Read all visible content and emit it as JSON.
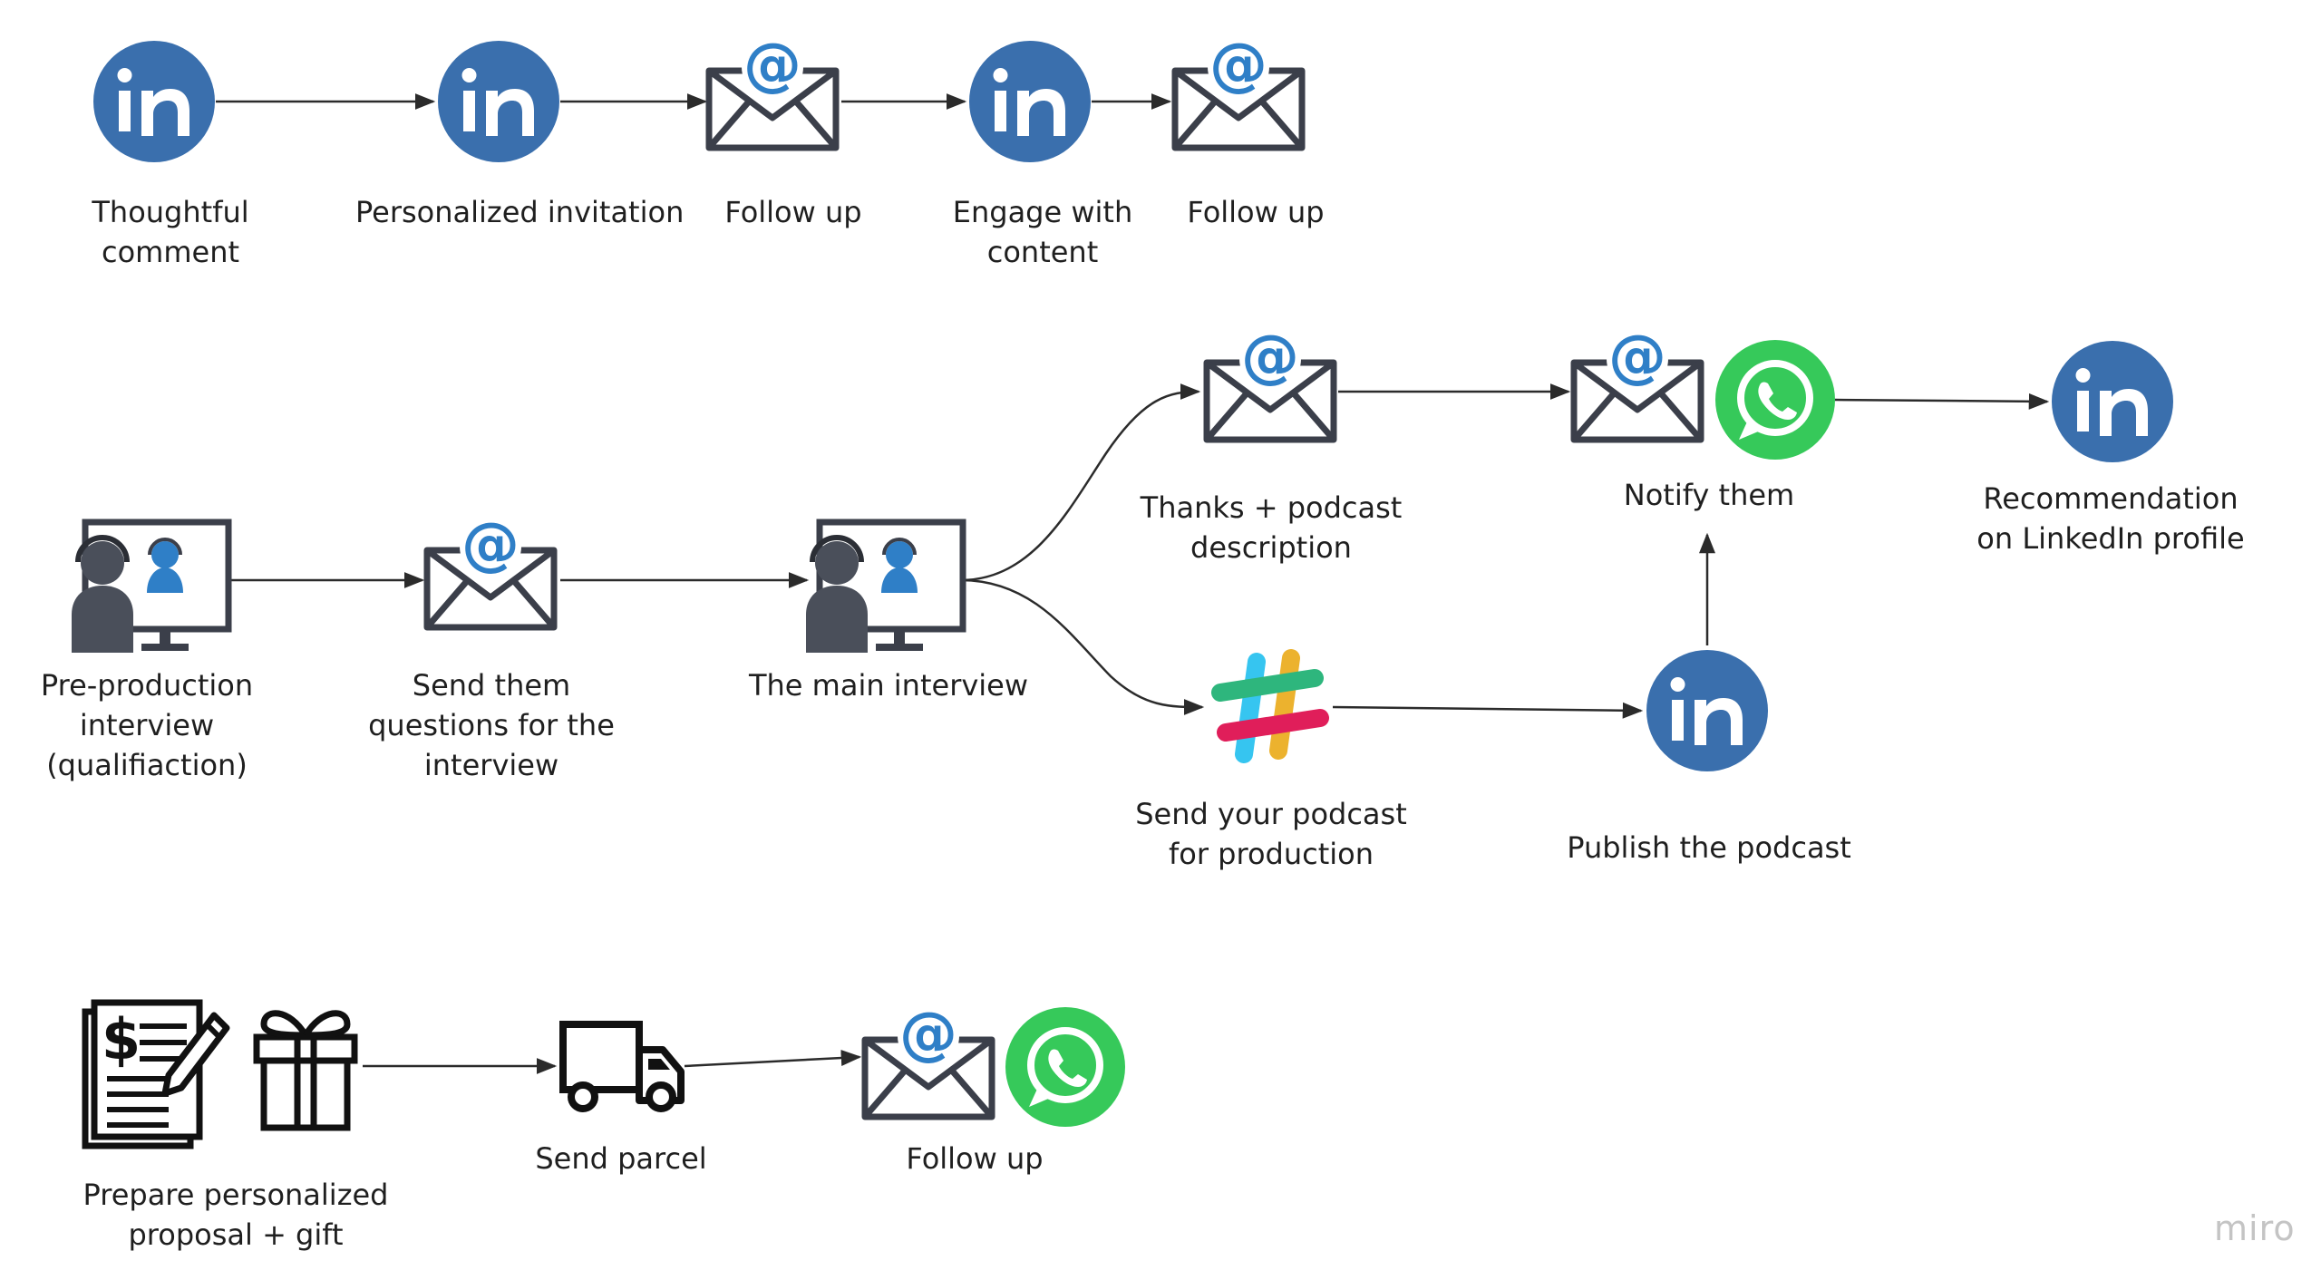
{
  "labels": {
    "n1": [
      "Thoughtful",
      "comment"
    ],
    "n2": [
      "Personalized invitation"
    ],
    "n3": [
      "Follow up"
    ],
    "n4": [
      "Engage with",
      "content"
    ],
    "n5": [
      "Follow up"
    ],
    "n6": [
      "Pre-production",
      "interview",
      "(qualifiaction)"
    ],
    "n7": [
      "Send them",
      "questions for the",
      "interview"
    ],
    "n8": [
      "The main interview"
    ],
    "n9": [
      "Thanks + podcast",
      "description"
    ],
    "n10": [
      "Notify them"
    ],
    "n11": [
      "Recommendation",
      "on LinkedIn profile"
    ],
    "n12": [
      "Send your podcast",
      "for production"
    ],
    "n13": [
      "Publish the podcast"
    ],
    "n14": [
      "Prepare personalized",
      "proposal + gift"
    ],
    "n15": [
      "Send parcel"
    ],
    "n16": [
      "Follow up"
    ]
  },
  "icons": {
    "n1": [
      "linkedin-icon"
    ],
    "n2": [
      "linkedin-icon"
    ],
    "n3": [
      "email-icon"
    ],
    "n4": [
      "linkedin-icon"
    ],
    "n5": [
      "email-icon"
    ],
    "n6": [
      "video-call-icon"
    ],
    "n7": [
      "email-icon"
    ],
    "n8": [
      "video-call-icon"
    ],
    "n9": [
      "email-icon"
    ],
    "n10": [
      "email-icon",
      "whatsapp-icon"
    ],
    "n11": [
      "linkedin-icon"
    ],
    "n12": [
      "slack-icon"
    ],
    "n13": [
      "linkedin-icon"
    ],
    "n14": [
      "invoice-icon",
      "gift-icon"
    ],
    "n15": [
      "truck-icon"
    ],
    "n16": [
      "email-icon",
      "whatsapp-icon"
    ]
  },
  "connections": [
    [
      "n1",
      "n2"
    ],
    [
      "n2",
      "n3"
    ],
    [
      "n3",
      "n4"
    ],
    [
      "n4",
      "n5"
    ],
    [
      "n6",
      "n7"
    ],
    [
      "n7",
      "n8"
    ],
    [
      "n8",
      "n9"
    ],
    [
      "n8",
      "n12"
    ],
    [
      "n9",
      "n10"
    ],
    [
      "n10",
      "n11"
    ],
    [
      "n12",
      "n13"
    ],
    [
      "n13",
      "n10"
    ],
    [
      "n14",
      "n15"
    ],
    [
      "n15",
      "n16"
    ]
  ],
  "colors": {
    "linkedin": "#3a6fad",
    "whatsapp": "#36c95a",
    "envelope_stroke": "#3b3f4a",
    "at_sign": "#2f7fc7",
    "connector": "#2b2b2b"
  },
  "watermark": "miro"
}
